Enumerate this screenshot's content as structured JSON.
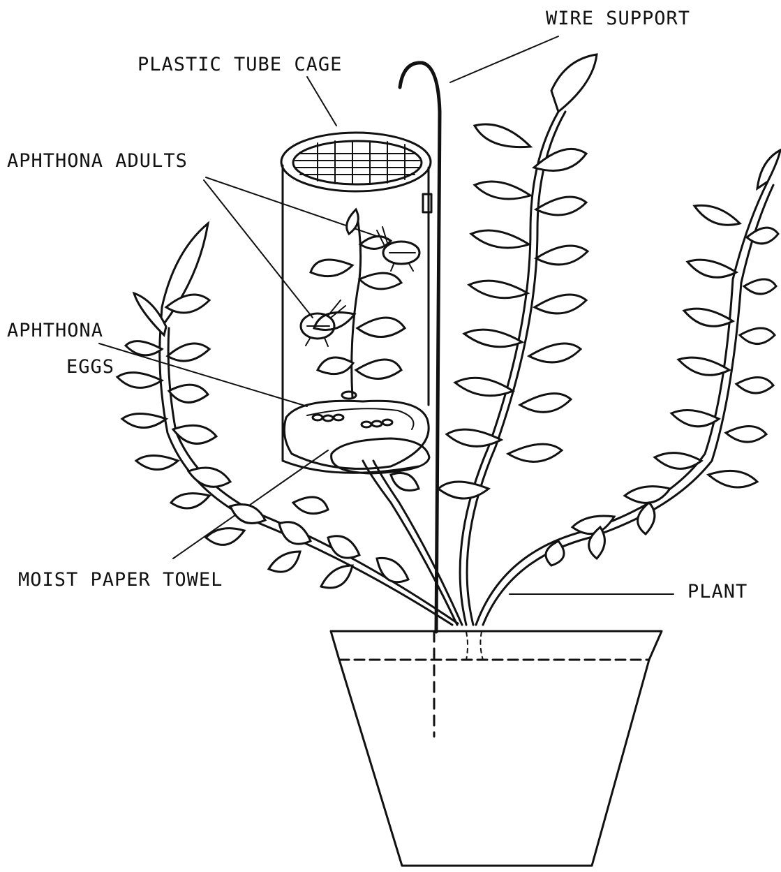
{
  "labels": {
    "wire_support": "WIRE SUPPORT",
    "plastic_tube_cage": "PLASTIC TUBE CAGE",
    "aphthona_adults": "APHTHONA ADULTS",
    "aphthona": "APHTHONA",
    "eggs": "EGGS",
    "moist_paper_towel": "MOIST PAPER TOWEL",
    "plant": "PLANT"
  },
  "colors": {
    "ink": "#111111",
    "paper": "#ffffff"
  }
}
